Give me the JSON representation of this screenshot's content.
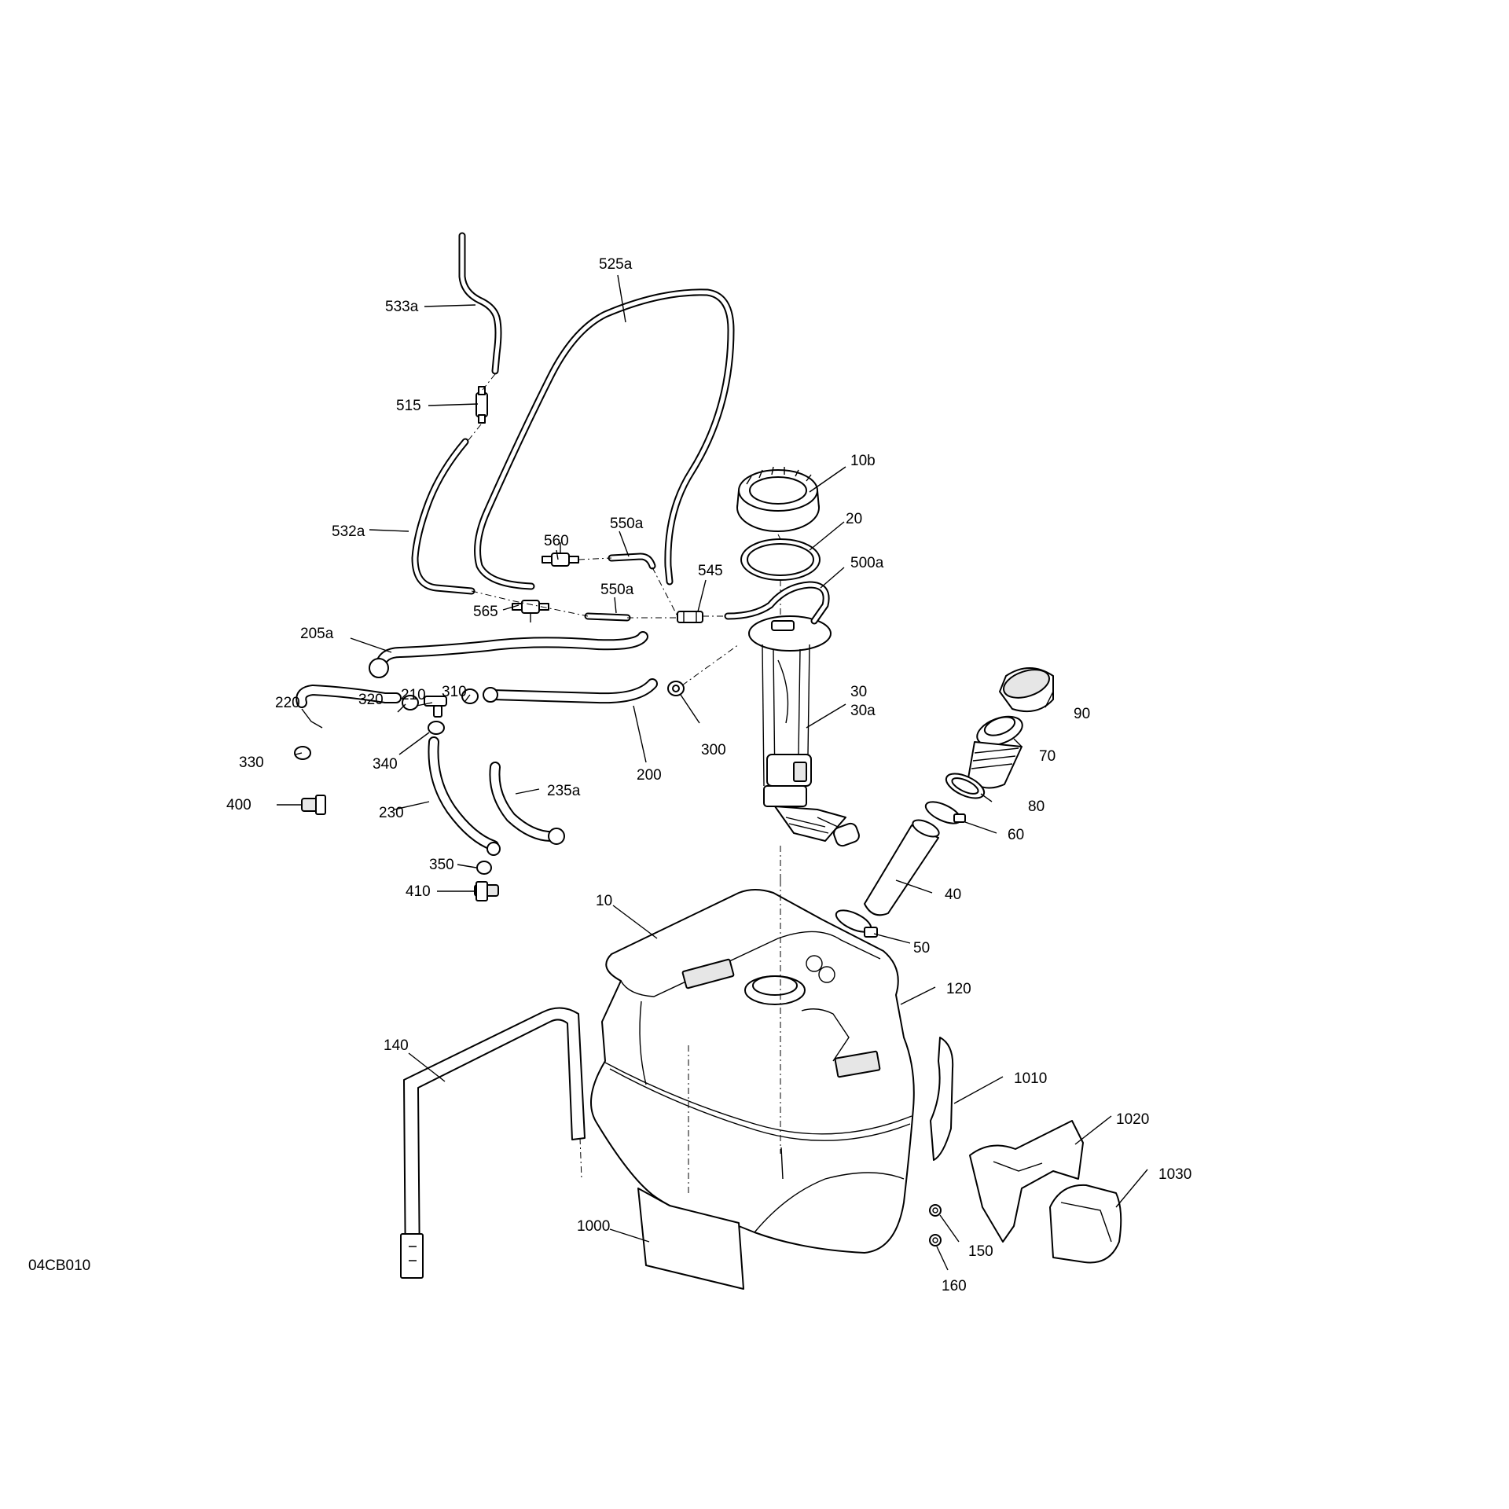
{
  "diagram_id": "04CB010",
  "callouts": [
    "533a",
    "525a",
    "515",
    "10b",
    "20",
    "532a",
    "560",
    "550a",
    "545",
    "500a",
    "565",
    "550a",
    "205a",
    "30",
    "30a",
    "90",
    "220",
    "320",
    "210",
    "310",
    "300",
    "70",
    "330",
    "340",
    "200",
    "235a",
    "80",
    "400",
    "230",
    "60",
    "350",
    "40",
    "410",
    "10",
    "50",
    "120",
    "140",
    "1010",
    "1020",
    "1030",
    "1000",
    "150",
    "160"
  ]
}
